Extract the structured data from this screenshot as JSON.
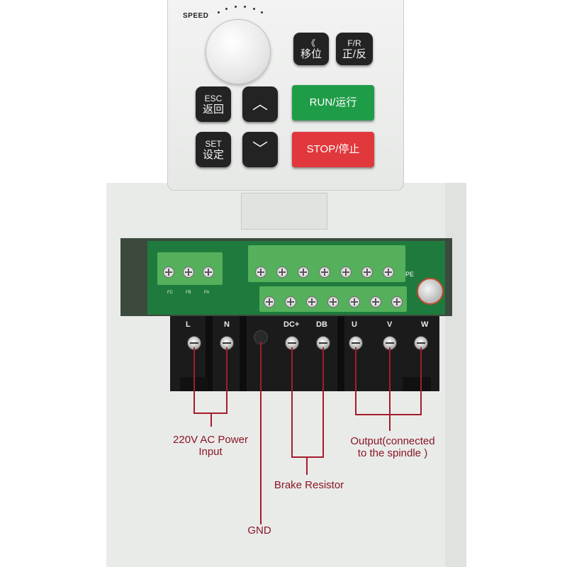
{
  "keypad": {
    "speed_label": "SPEED",
    "shift_button": {
      "line1": "《",
      "line2": "移位"
    },
    "fr_button": {
      "line1": "F/R",
      "line2": "正/反"
    },
    "esc_button": {
      "line1": "ESC",
      "line2": "返回"
    },
    "set_button": {
      "line1": "SET",
      "line2": "设定"
    },
    "up_button": "︿",
    "down_button": "﹀",
    "run_button": "RUN/运行",
    "stop_button": "STOP/停止"
  },
  "terminals": {
    "labels": [
      "L",
      "N",
      "DC+",
      "DB",
      "U",
      "V",
      "W"
    ],
    "pcb_labels": [
      "FC",
      "FB",
      "FA"
    ],
    "pe_label": "PE"
  },
  "annotations": {
    "power_input": [
      "220V AC Power",
      "Input"
    ],
    "gnd": "GND",
    "brake_resistor": "Brake Resistor",
    "output": [
      "Output(connected",
      "to the spindle )"
    ]
  },
  "colors": {
    "run": "#1f9c47",
    "stop": "#e0383c",
    "wire": "#a41d2a",
    "pcb": "#1f7a3d"
  }
}
